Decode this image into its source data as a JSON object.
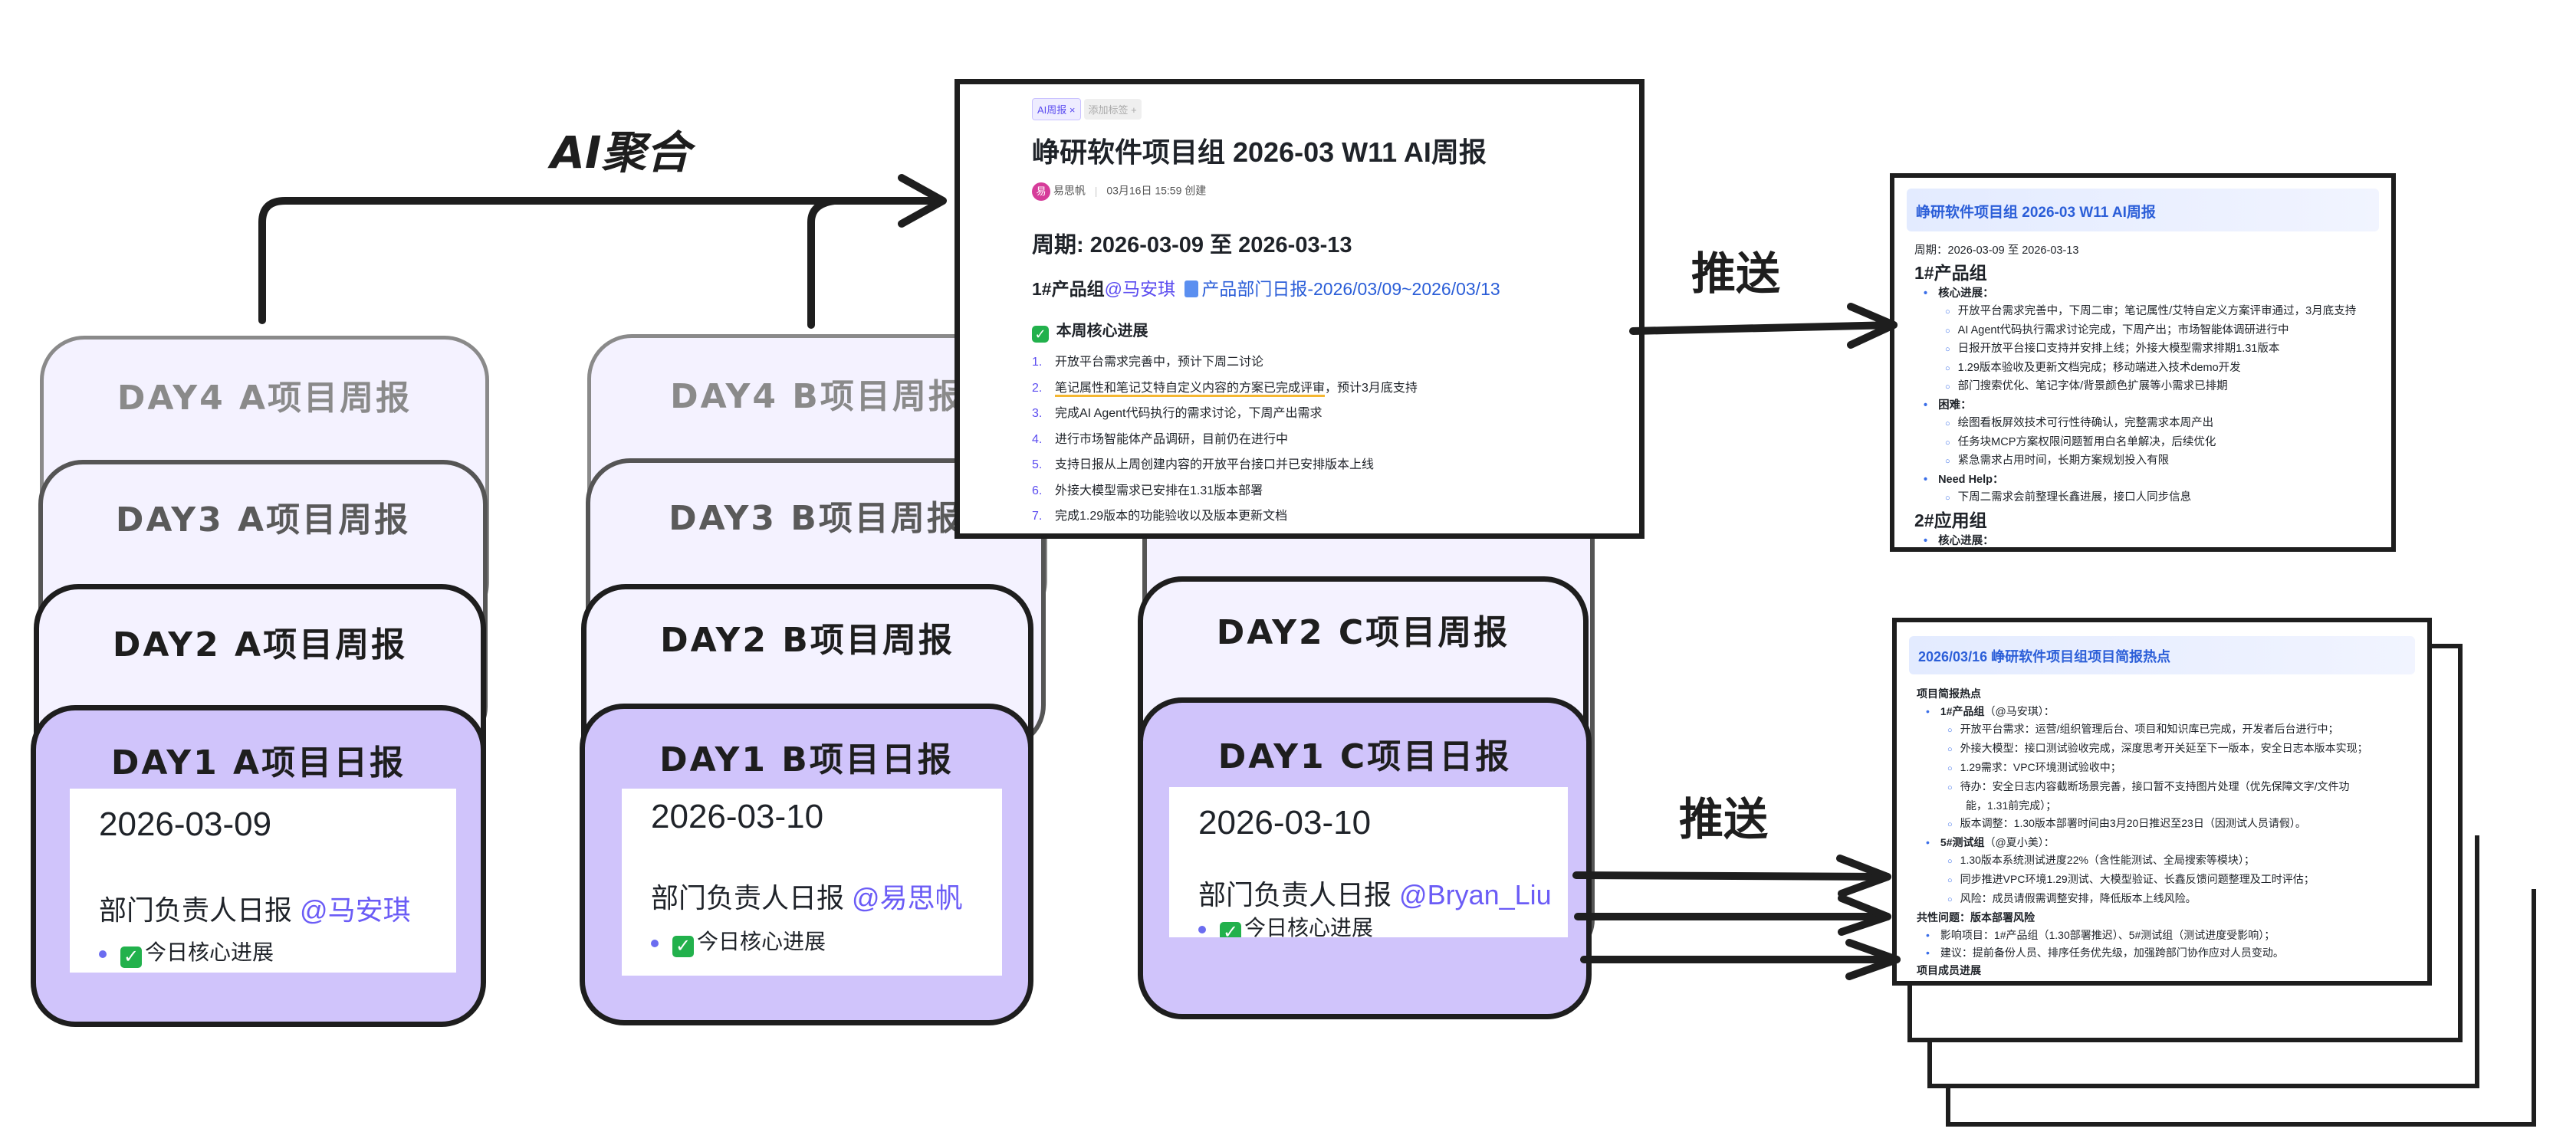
{
  "labels": {
    "aggregate": "AI聚合",
    "push_top": "推送",
    "push_bottom": "推送"
  },
  "stacks": [
    {
      "project": "A",
      "cards": [
        {
          "title": "DAY4 A项目周报"
        },
        {
          "title": "DAY3 A项目周报"
        },
        {
          "title": "DAY2 A项目周报"
        },
        {
          "title": "DAY1 A项目日报"
        }
      ],
      "daily": {
        "date": "2026-03-09",
        "heading": "部门负责人日报",
        "mention": "@马安琪",
        "bullet": "今日核心进展"
      }
    },
    {
      "project": "B",
      "cards": [
        {
          "title": "DAY4 B项目周报"
        },
        {
          "title": "DAY3 B项目周报"
        },
        {
          "title": "DAY2 B项目周报"
        },
        {
          "title": "DAY1 B项目日报"
        }
      ],
      "daily": {
        "date": "2026-03-10",
        "heading": "部门负责人日报",
        "mention": "@易思帆",
        "bullet": "今日核心进展"
      }
    },
    {
      "project": "C",
      "cards": [
        {
          "title": "DAY2 C项目周报"
        },
        {
          "title": "DAY1 C项目日报"
        }
      ],
      "daily": {
        "date": "2026-03-10",
        "heading": "部门负责人日报",
        "mention": "@Bryan_Liu",
        "bullet": "今日核心进展"
      }
    }
  ],
  "weekly_doc": {
    "tags": [
      "AI周报 ×",
      "添加标签 +"
    ],
    "title": "峥研软件项目组 2026-03 W11 AI周报",
    "author_initial": "易",
    "author": "易思帆",
    "created": "03月16日 15:59 创建",
    "period": "周期: 2026-03-09 至 2026-03-13",
    "group": "1#产品组",
    "group_mention": "@马安琪",
    "group_link": "产品部门日报-2026/03/09~2026/03/13",
    "section": "本周核心进展",
    "items": [
      "开放平台需求完善中，预计下周二讨论",
      "笔记属性和笔记艾特自定义内容的方案已完成评审",
      "，预计3月底支持",
      "完成AI Agent代码执行的需求讨论，下周产出需求",
      "进行市场智能体产品调研，目前仍在进行中",
      "支持日报从上周创建内容的开放平台接口并已安排版本上线",
      "外接大模型需求已安排在1.31版本部署",
      "完成1.29版本的功能验收以及版本更新文档"
    ]
  },
  "push_weekly": {
    "header": "峥研软件项目组 2026-03 W11 AI周报",
    "period": "周期：2026-03-09 至 2026-03-13",
    "group1": "1#产品组",
    "progress_label": "核心进展：",
    "progress": [
      "开放平台需求完善中，下周二审；笔记属性/艾特自定义方案评审通过，3月底支持",
      "AI Agent代码执行需求讨论完成，下周产出；市场智能体调研进行中",
      "日报开放平台接口支持并安排上线；外接大模型需求排期1.31版本",
      "1.29版本验收及更新文档完成；移动端进入技术demo开发",
      "部门搜索优化、笔记字体/背景颜色扩展等小需求已排期"
    ],
    "difficulty_label": "困难：",
    "difficulties": [
      "绘图看板屏效技术可行性待确认，完整需求本周产出",
      "任务块MCP方案权限问题暂用白名单解决，后续优化",
      "紧急需求占用时间，长期方案规划投入有限"
    ],
    "help_label": "Need Help：",
    "help": [
      "下周二需求会前整理长鑫进展，接口人同步信息"
    ],
    "group2": "2#应用组",
    "group2_progress_label": "核心进展："
  },
  "push_brief": {
    "header": "2026/03/16 峥研软件项目组项目简报热点",
    "section": "项目简报热点",
    "g1_label": "1#产品组",
    "g1_mention": "（@马安琪）：",
    "g1_items": [
      "开放平台需求：运营/组织管理后台、项目和知识库已完成，开发者后台进行中；",
      "外接大模型：接口测试验收完成，深度思考开关延至下一版本，安全日志本版本实现；",
      "1.29需求：VPC环境测试验收中；",
      "待办：安全日志内容截断场景完善，接口暂不支持图片处理（优先保障文字/文件功",
      "能，1.31前完成）；",
      "版本调整：1.30版本部署时间由3月20日推迟至23日（因测试人员请假）。"
    ],
    "g5_label": "5#测试组",
    "g5_mention": "（@夏小美）：",
    "g5_items": [
      "1.30版本系统测试进度22%（含性能测试、全局搜索等模块）；",
      "同步推进VPC环境1.29测试、大模型验证、长鑫反馈问题整理及工时评估；",
      "风险：成员请假需调整安排，降低版本上线风险。"
    ],
    "common_label": "共性问题：版本部署风险",
    "common_items": [
      "影响项目：1#产品组（1.30部署推迟）、5#测试组（测试进度受影响）；",
      "建议：提前备份人员、排序任务优先级，加强跨部门协作应对人员变动。"
    ],
    "members_label": "项目成员进展"
  }
}
